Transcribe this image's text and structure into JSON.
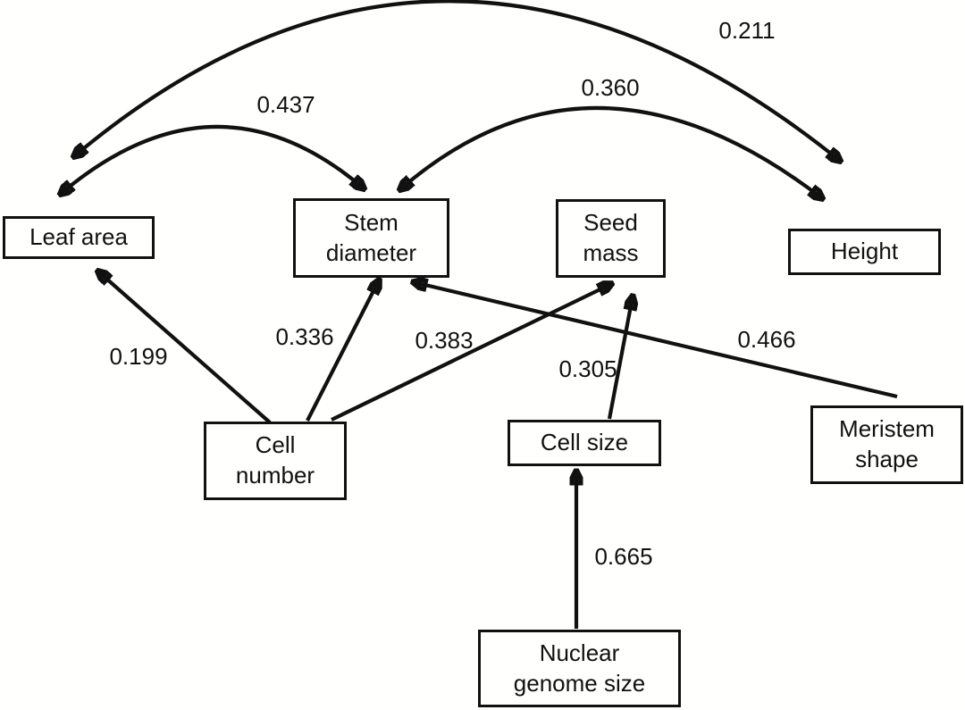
{
  "figure": {
    "description": "Path diagram of plant trait relationships",
    "colors": {
      "background": "#ffffff",
      "line": "#111111",
      "text": "#111111"
    },
    "nodes": {
      "leaf_area": {
        "label": "Leaf area"
      },
      "stem_diameter": {
        "label": "Stem\ndiameter"
      },
      "seed_mass": {
        "label": "Seed\nmass"
      },
      "height": {
        "label": "Height"
      },
      "cell_number": {
        "label": "Cell\nnumber"
      },
      "cell_size": {
        "label": "Cell size"
      },
      "meristem_shape": {
        "label": "Meristem\nshape"
      },
      "nuclear_genome_size": {
        "label": "Nuclear\ngenome size"
      }
    },
    "edges": {
      "leaf_area__height": {
        "coefficient": "0.211",
        "type": "correlation",
        "arrowheads": "both"
      },
      "leaf_area__stem_diameter": {
        "coefficient": "0.437",
        "type": "correlation",
        "arrowheads": "both"
      },
      "stem_diameter__height": {
        "coefficient": "0.360",
        "type": "correlation",
        "arrowheads": "both"
      },
      "cell_number__leaf_area": {
        "coefficient": "0.199",
        "type": "directed",
        "from": "cell_number",
        "to": "leaf_area"
      },
      "cell_number__stem_diameter": {
        "coefficient": "0.336",
        "type": "directed",
        "from": "cell_number",
        "to": "stem_diameter"
      },
      "cell_number__seed_mass": {
        "coefficient": "0.383",
        "type": "directed",
        "from": "cell_number",
        "to": "seed_mass"
      },
      "cell_size__seed_mass": {
        "coefficient": "0.305",
        "type": "directed",
        "from": "cell_size",
        "to": "seed_mass"
      },
      "meristem_shape__stem_diameter": {
        "coefficient": "0.466",
        "type": "directed",
        "from": "meristem_shape",
        "to": "stem_diameter"
      },
      "nuclear_genome_size__cell_size": {
        "coefficient": "0.665",
        "type": "directed",
        "from": "nuclear_genome_size",
        "to": "cell_size"
      }
    }
  }
}
